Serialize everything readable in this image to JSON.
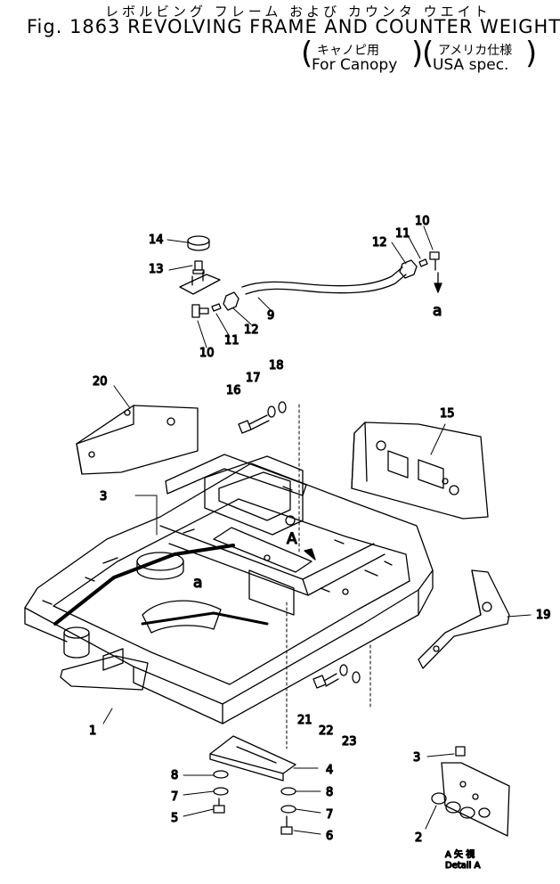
{
  "title": {
    "japanese": "レボルビング フレーム および カウンタ ウエイト",
    "figure": "Fig. 1863 REVOLVING FRAME AND COUNTER WEIGHT",
    "variant_1_jp": "キャノピ用",
    "variant_1_en": "For Canopy",
    "variant_2_jp": "アメリカ仕様",
    "variant_2_en": "USA spec."
  },
  "callouts": [
    "14",
    "13",
    "10",
    "11",
    "12",
    "9",
    "10",
    "11",
    "12",
    "20",
    "16",
    "17",
    "18",
    "15",
    "3",
    "A",
    "a",
    "a",
    "19",
    "1",
    "21",
    "22",
    "23",
    "8",
    "7",
    "5",
    "4",
    "8",
    "7",
    "6",
    "3",
    "2"
  ],
  "detail": {
    "ref": "A 矢 視",
    "label": "Detail A"
  }
}
